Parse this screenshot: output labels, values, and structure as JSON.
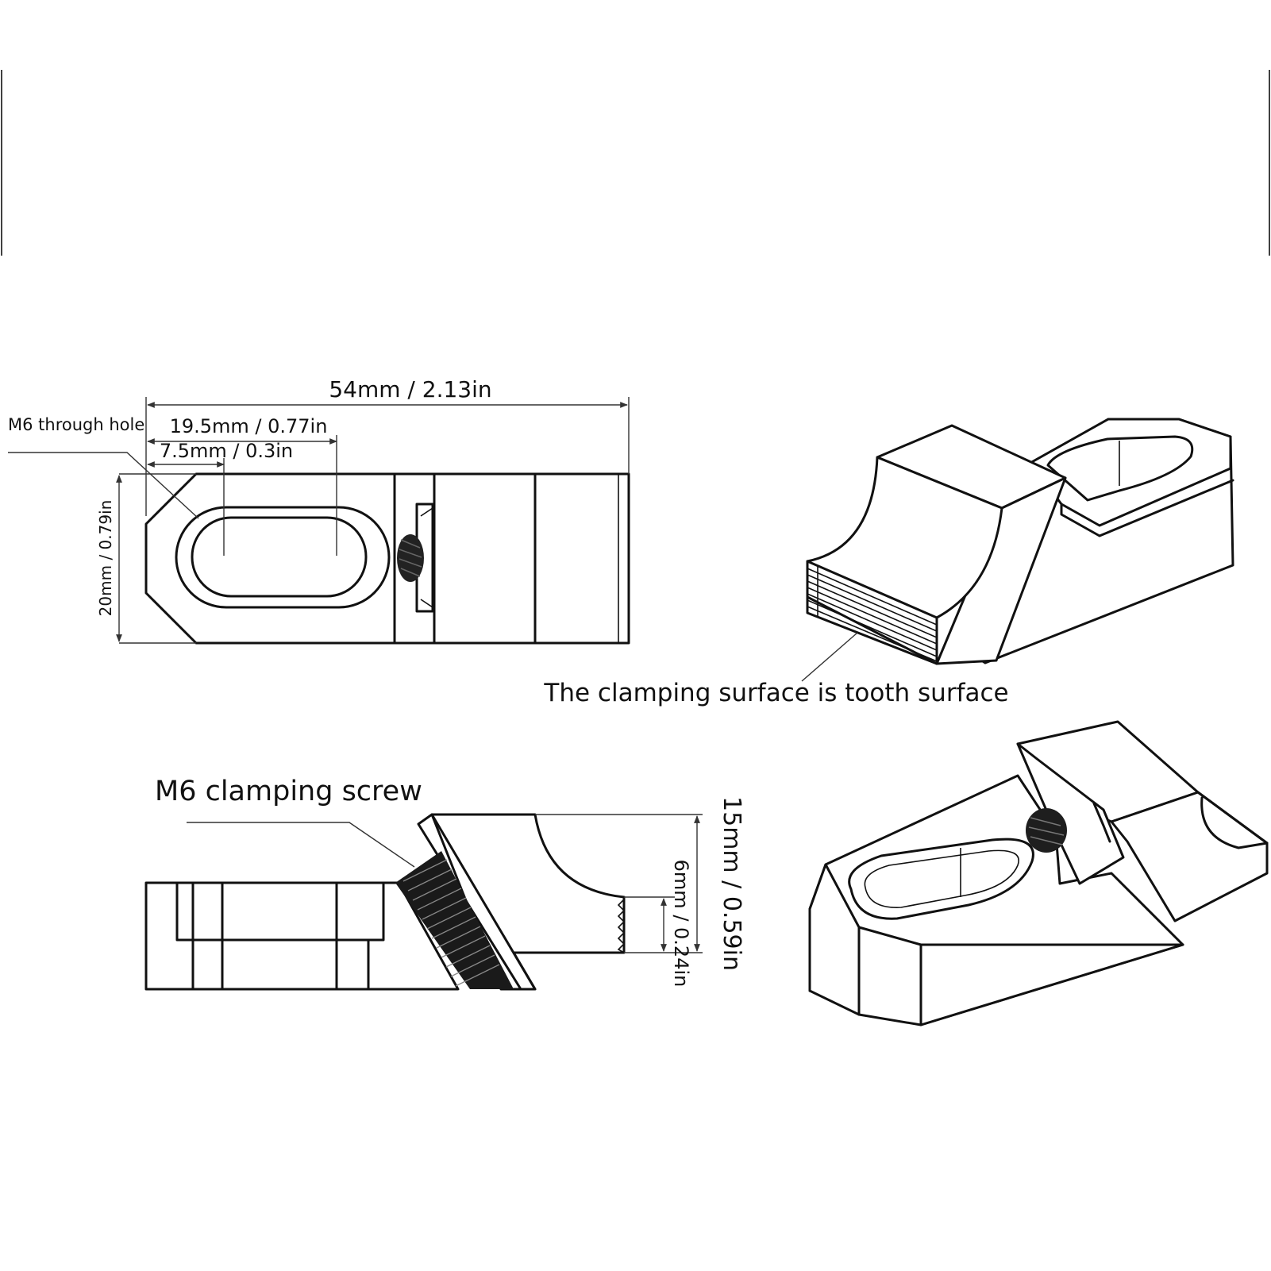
{
  "top_view": {
    "length_dimension": "54mm / 2.13in",
    "hole_label": "M6 through hole",
    "slot_span_dimension": "19.5mm / 0.77in",
    "slot_offset_dimension": "7.5mm / 0.3in",
    "width_dimension": "20mm / 0.79in"
  },
  "iso_view_1": {
    "callout": "The clamping surface is tooth surface"
  },
  "side_view": {
    "screw_label": "M6 clamping screw",
    "height_dimension": "15mm / 0.59in",
    "tooth_height_dimension": "6mm / 0.24in"
  },
  "colors": {
    "line": "#111111",
    "background": "#ffffff"
  }
}
